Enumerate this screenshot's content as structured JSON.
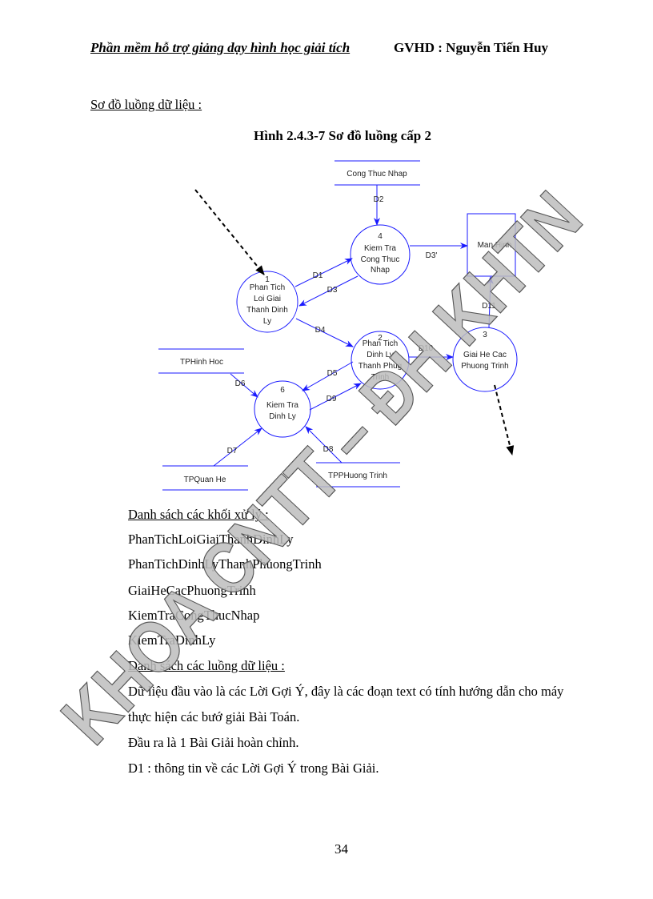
{
  "header": {
    "left": "Phần mềm hỗ trợ giảng dạy hình học giải tích",
    "right": "GVHD : Nguyễn Tiến Huy"
  },
  "section_title": "Sơ đồ luồng dữ liệu :",
  "figure_caption": "Hình 2.4.3-7 Sơ đồ luồng cấp 2",
  "diagram": {
    "stores": {
      "cong_thuc_nhap": "Cong Thuc Nhap",
      "tp_hinh_hoc": "TPHinh Hoc",
      "tp_quan_he": "TPQuan He",
      "tp_phuong_trinh": "TPPHuong Trinh"
    },
    "entity_man_hinh": "Man Hinh",
    "processes": [
      {
        "num": "1",
        "lines": [
          "Phan Tich",
          "Loi Giai",
          "Thanh Dinh",
          "Ly"
        ]
      },
      {
        "num": "2",
        "lines": [
          "Phan Tich",
          "Dinh Ly",
          "Thanh Phug",
          "Trinh"
        ]
      },
      {
        "num": "3",
        "lines": [
          "Giai He Cac",
          "Phuong Trinh"
        ]
      },
      {
        "num": "4",
        "lines": [
          "Kiem Tra",
          "Cong Thuc",
          "Nhap"
        ]
      },
      {
        "num": "6",
        "lines": [
          "Kiem Tra",
          "Dinh Ly"
        ]
      }
    ],
    "flows": {
      "d1": "D1",
      "d2": "D2",
      "d3": "D3",
      "d3p": "D3'",
      "d4": "D4",
      "d5": "D5",
      "d6": "D6",
      "d7": "D7",
      "d8": "D8",
      "d9": "D9",
      "d10": "D10",
      "d11": "D11"
    },
    "line_color": "#1a1aff"
  },
  "processes_heading": "Danh sách các khối xử lý :",
  "processes_list": [
    "PhanTichLoiGiaiThanhDinhLy",
    "PhanTichDinhLyThanhPhuongTrinh",
    "GiaiHeCacPhuongTrinh",
    "KiemTraCongThucNhap",
    "KiemTraDinhLy"
  ],
  "flows_heading": "Danh sách các luồng dữ liệu :",
  "paragraphs": [
    "Dữ liệu đầu vào là các Lời Gợi Ý, đây là các đoạn text có tính hướng dẫn cho máy",
    "thực hiện các bướ giải Bài Toán.",
    "Đầu ra là 1 Bài Giải hoàn chỉnh.",
    "D1 : thông tin về các Lời Gợi Ý trong Bài Giải."
  ],
  "page_number": "34",
  "watermark": "KHOA CNTT – ĐH KHTN"
}
